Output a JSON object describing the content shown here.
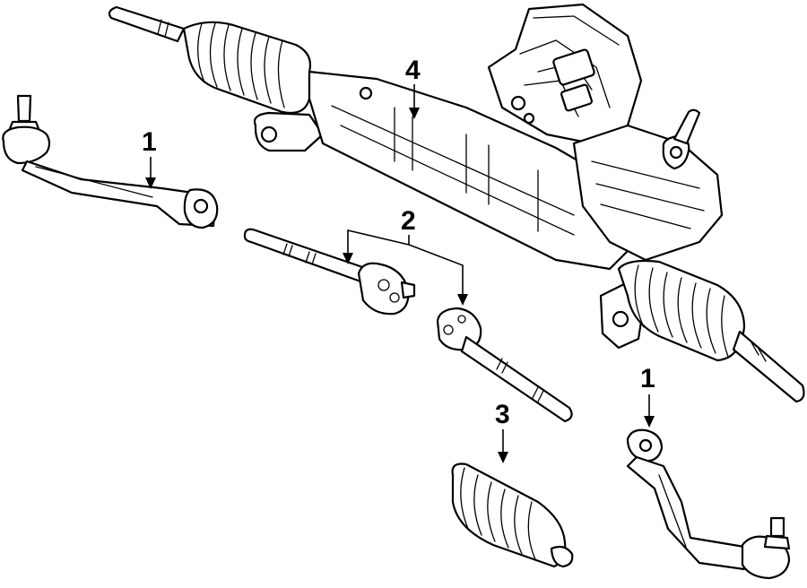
{
  "callouts": {
    "tie_rod_end_left": "1",
    "inner_tie_rod": "2",
    "boot": "3",
    "steering_gear": "4",
    "tie_rod_end_right": "1"
  },
  "colors": {
    "line": "#000000",
    "background": "#ffffff"
  }
}
